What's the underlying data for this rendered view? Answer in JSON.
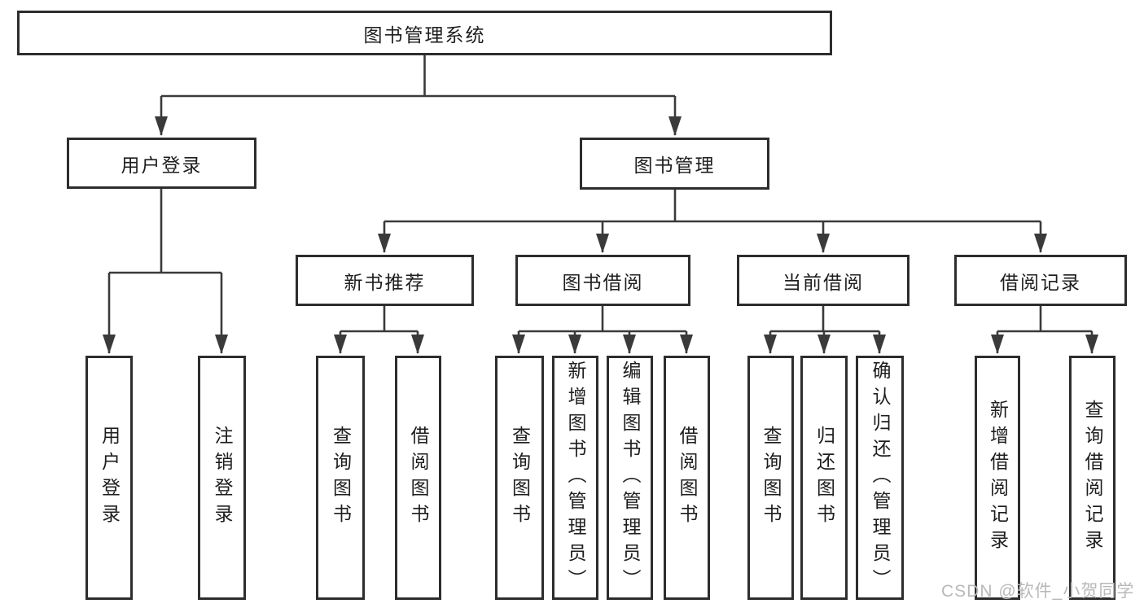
{
  "nodes": {
    "root": {
      "label": "图书管理系统"
    },
    "level2": [
      {
        "label": "用户登录"
      },
      {
        "label": "图书管理"
      }
    ],
    "level3": [
      {
        "label": "新书推荐"
      },
      {
        "label": "图书借阅"
      },
      {
        "label": "当前借阅"
      },
      {
        "label": "借阅记录"
      }
    ],
    "leaves": {
      "userLogin": [
        {
          "label": "用户登录"
        },
        {
          "label": "注销登录"
        }
      ],
      "newBooks": [
        {
          "label": "查询图书"
        },
        {
          "label": "借阅图书"
        }
      ],
      "bookBorrow": [
        {
          "label": "查询图书"
        },
        {
          "label": "新增图书（管理员）"
        },
        {
          "label": "编辑图书（管理员）"
        },
        {
          "label": "借阅图书"
        }
      ],
      "currentBorrow": [
        {
          "label": "查询图书"
        },
        {
          "label": "归还图书"
        },
        {
          "label": "确认归还（管理员）"
        }
      ],
      "borrowRecords": [
        {
          "label": "新增借阅记录"
        },
        {
          "label": "查询借阅记录"
        }
      ]
    }
  },
  "watermark": {
    "text": "CSDN @软件_小贺同学"
  },
  "colors": {
    "line": "#3a3a3a",
    "box_border": "#2d2d2d",
    "text": "#1e1e1e",
    "watermark": "#b9b9b9",
    "background": "#ffffff"
  }
}
